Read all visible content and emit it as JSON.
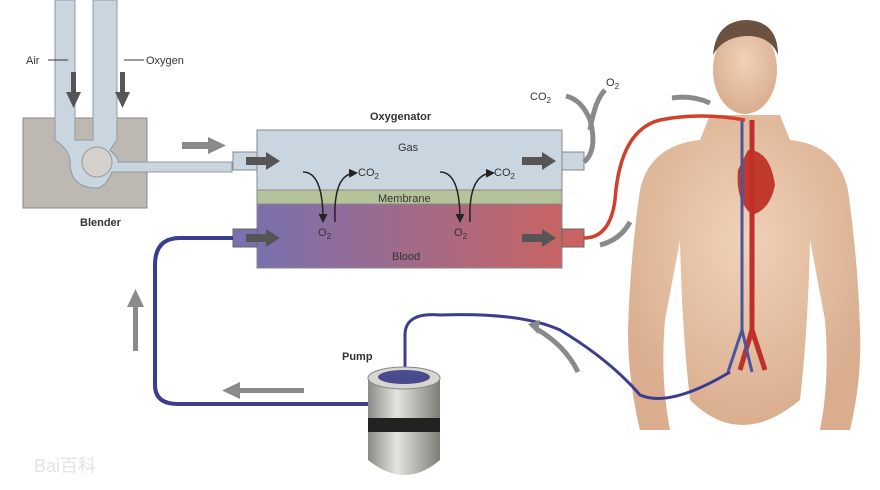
{
  "labels": {
    "air": "Air",
    "oxygen": "Oxygen",
    "blender": "Blender",
    "oxygenator": "Oxygenator",
    "gas": "Gas",
    "membrane": "Membrane",
    "blood": "Blood",
    "pump": "Pump",
    "co2": "CO",
    "o2": "O",
    "subscript_2": "2"
  },
  "watermark": "Bai百科",
  "colors": {
    "gas": "#c9d6e0",
    "membrane": "#b5c39a",
    "venous": "#7a70ae",
    "arterial": "#c86464",
    "venous_tube": "#3d3d8f",
    "arterial_tube": "#d0402a",
    "arrow": "#707070",
    "blender": "#bdb8b2",
    "skin": "#e6c3a6"
  }
}
